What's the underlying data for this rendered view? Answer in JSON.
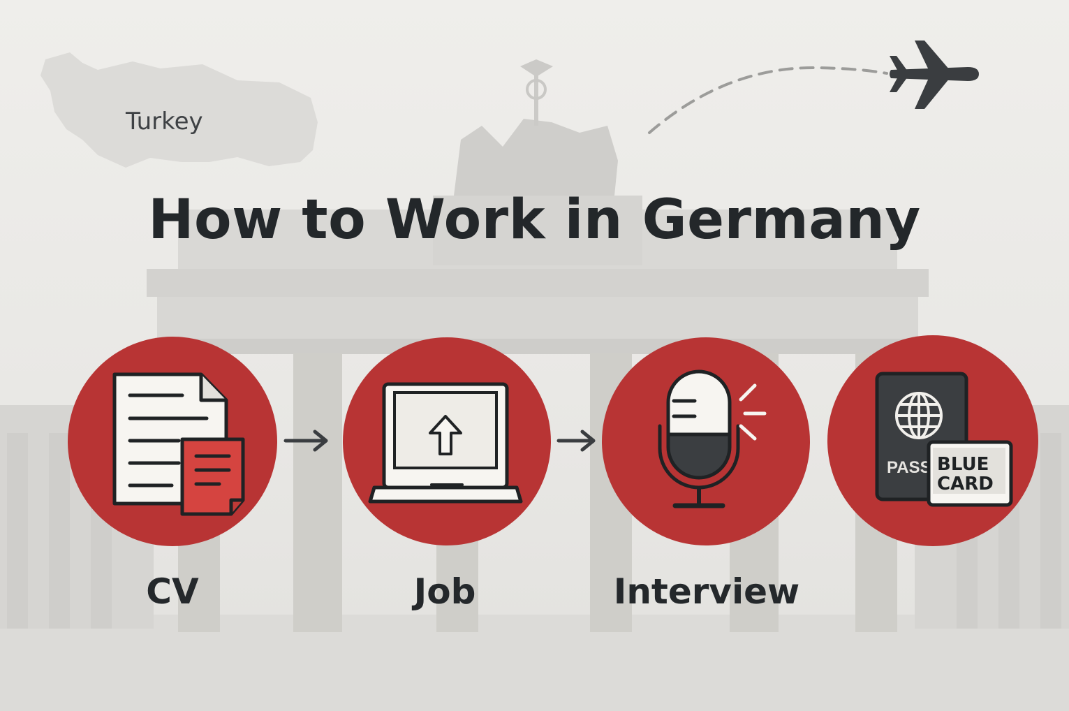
{
  "title": "How to Work in Germany",
  "origin_map": {
    "label": "Turkey"
  },
  "steps": [
    {
      "label": "CV",
      "icon": "cv-document-icon"
    },
    {
      "label": "Job",
      "icon": "laptop-upload-icon"
    },
    {
      "label": "Interview",
      "icon": "microphone-icon"
    },
    {
      "label": "",
      "icon": "passport-blue-card-icon"
    }
  ],
  "passport_card": {
    "passport_text": "PASSI",
    "card_line1": "BLUE",
    "card_line2": "CARD"
  },
  "colors": {
    "accent_red": "#b83434",
    "dark": "#24282b",
    "background": "#ecebe8"
  }
}
